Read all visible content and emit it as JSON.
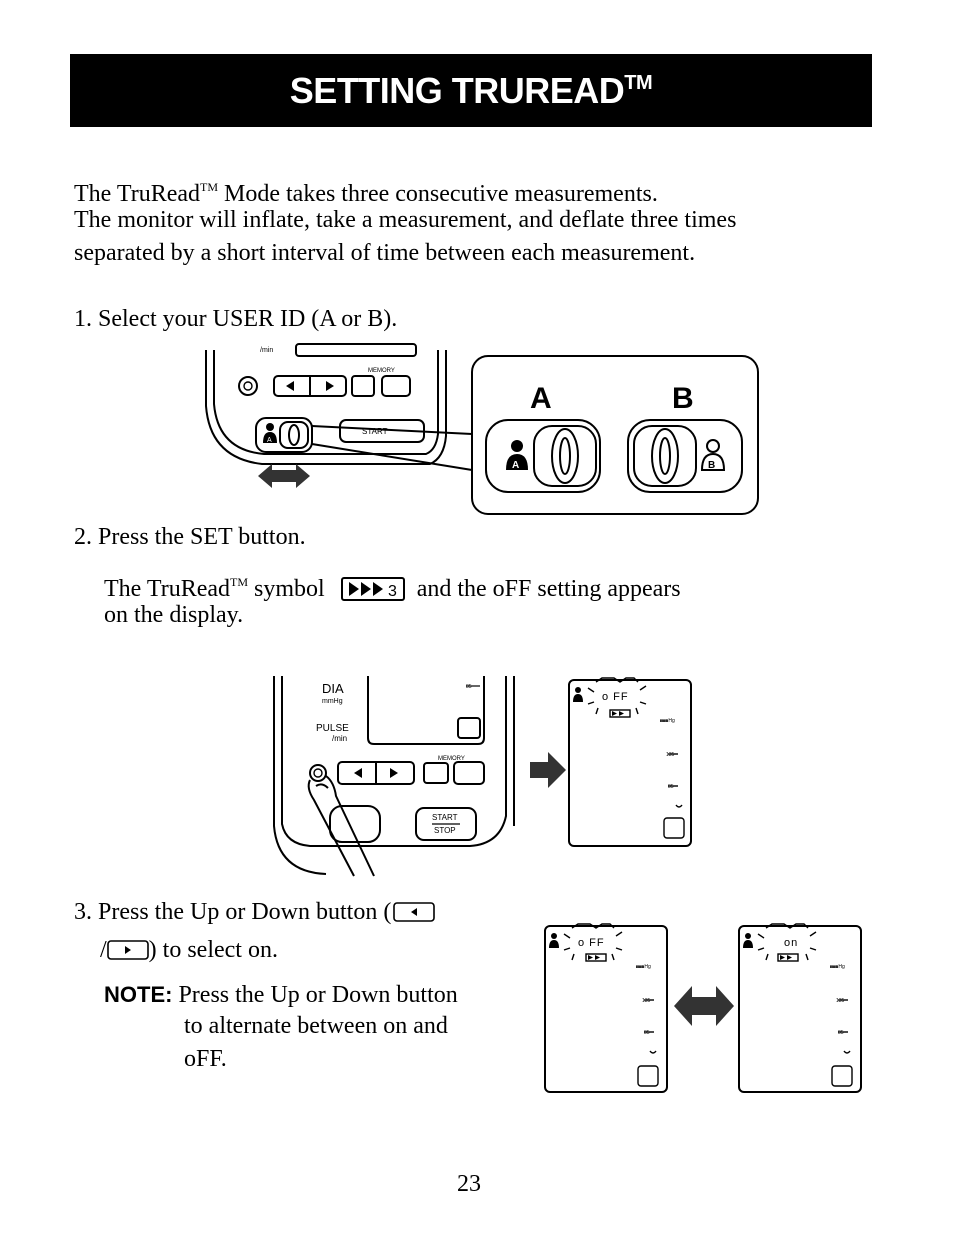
{
  "header": {
    "title": "SETTING TRUREAD",
    "title_mark": "TM"
  },
  "intro": {
    "line1_pre": "The TruRead",
    "tm": "TM",
    "line1_post": " Mode takes three consecutive measurements.",
    "line2": "The monitor will inflate, take a measurement, and deflate three times",
    "line3": "separated by a short interval of time between each measurement."
  },
  "step1": {
    "text": "1. Select your USER ID (A or B).",
    "user_a": "A",
    "user_b": "B",
    "memory_label": "MEMORY",
    "start_label": "START",
    "min_label": "/min"
  },
  "step2": {
    "text": "2. Press the SET button.",
    "desc_pre": "The TruRead",
    "tm": "TM",
    "desc_mid": " symbol",
    "symbol_digit": "3",
    "desc_post": "and the oFF setting appears",
    "desc_line2": "on the display.",
    "device": {
      "dia": "DIA",
      "mmhg": "mmHg",
      "pulse": "PULSE",
      "per_min": "/min",
      "memory": "MEMORY",
      "start": "START",
      "stop": "STOP",
      "tick_85": "85"
    },
    "lcd": {
      "value": "o FF",
      "mmhg": "mmHg",
      "tick_135": "135",
      "tick_85": "85"
    }
  },
  "step3": {
    "text_line1": "3. Press the Up or Down button (",
    "text_line2_pre": "/",
    "text_line2_post": ") to select on.",
    "note_label": "NOTE:",
    "note_line1": "Press the Up or Down button",
    "note_line2": "to alternate between on and",
    "note_line3": "oFF.",
    "lcd_left": {
      "value": "o FF",
      "mmhg": "mmHg",
      "tick_135": "135",
      "tick_85": "85"
    },
    "lcd_right": {
      "value": "on",
      "mmhg": "mmHg",
      "tick_135": "135",
      "tick_85": "85"
    }
  },
  "footer": {
    "page_number": "23"
  }
}
